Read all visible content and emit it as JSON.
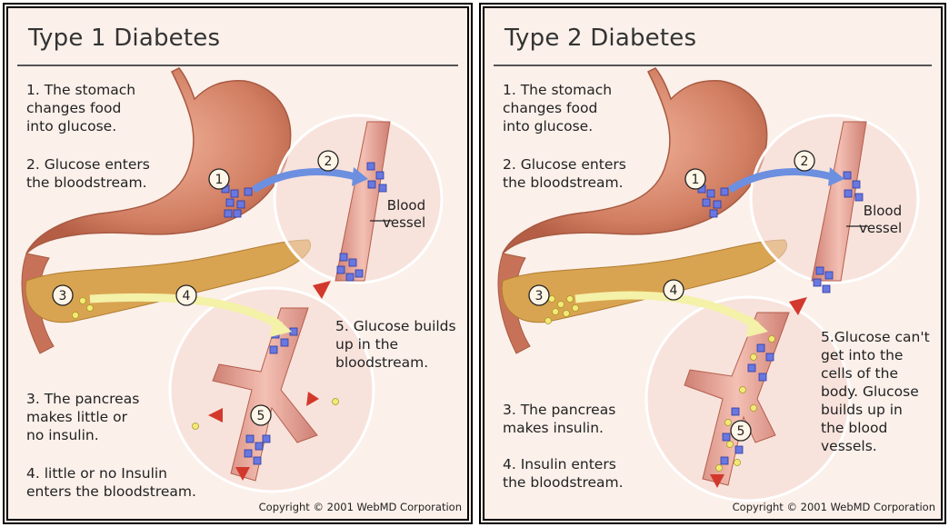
{
  "panels": [
    {
      "title": "Type 1 Diabetes",
      "step1": "1. The stomach\nchanges food\ninto glucose.",
      "step2": "2. Glucose enters\nthe bloodstream.",
      "step3": "3. The pancreas\nmakes little or\nno insulin.",
      "step4": "4. little or no Insulin\nenters the bloodstream.",
      "step5": "5. Glucose builds\nup in the\nbloodstream.",
      "vessel_label": "Blood\nvessel",
      "markers": [
        "1",
        "2",
        "3",
        "4",
        "5"
      ],
      "copyright": "Copyright © 2001 WebMD Corporation"
    },
    {
      "title": "Type 2 Diabetes",
      "step1": "1. The stomach\nchanges food\ninto glucose.",
      "step2": "2. Glucose enters\nthe bloodstream.",
      "step3": "3. The pancreas\nmakes insulin.",
      "step4": "4. Insulin enters\nthe bloodstream.",
      "step5": "5.Glucose can't\nget into the\ncells of the\nbody. Glucose\nbuilds up in\nthe blood\nvessels.",
      "vessel_label": "Blood\nvessel",
      "markers": [
        "1",
        "2",
        "3",
        "4",
        "5"
      ],
      "copyright": "Copyright © 2001 WebMD Corporation"
    }
  ],
  "colors": {
    "background": "#fbf0ea",
    "stomach": "#d9876c",
    "pancreas": "#d9a451",
    "vessel": "#e8a69a",
    "glucose": "#5a6ad6",
    "insulin": "#f2e66a",
    "arrow_red": "#d2392c",
    "arrow_blue": "#6c8fe0"
  }
}
